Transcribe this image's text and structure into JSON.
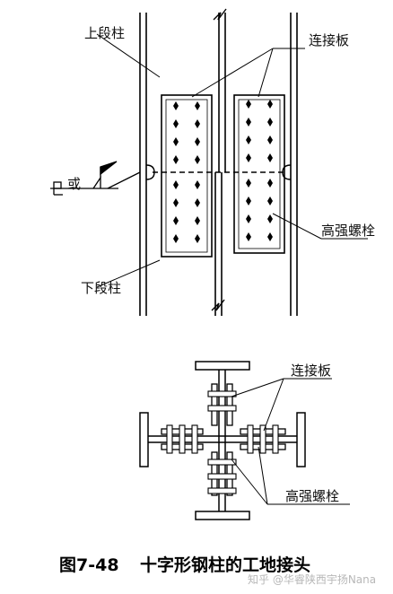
{
  "elevation": {
    "upper_column_label": "上段柱",
    "lower_column_label": "下段柱",
    "splice_plate_label": "连接板",
    "hs_bolt_label": "高强螺栓",
    "weld_symbol_text": "或"
  },
  "section": {
    "splice_plate_label": "连接板",
    "hs_bolt_label": "高强螺栓"
  },
  "caption": {
    "figure_number": "图7-48",
    "title": "十字形钢柱的工地接头"
  },
  "watermark": "知乎 @华睿陕西宇扬Nana"
}
